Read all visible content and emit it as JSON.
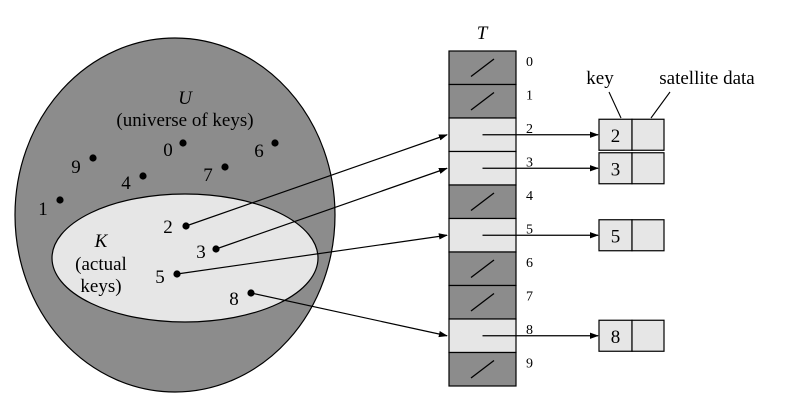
{
  "universe": {
    "symbol": "U",
    "caption": "(universe of keys)",
    "unused_keys": [
      "0",
      "9",
      "6",
      "4",
      "7",
      "1"
    ]
  },
  "actual": {
    "symbol": "K",
    "caption_line1": "(actual",
    "caption_line2": "keys)",
    "keys": [
      "2",
      "3",
      "5",
      "8"
    ]
  },
  "table": {
    "title": "T",
    "slots": [
      {
        "index": "0",
        "nil": true
      },
      {
        "index": "1",
        "nil": true
      },
      {
        "index": "2",
        "nil": false,
        "key": "2"
      },
      {
        "index": "3",
        "nil": false,
        "key": "3"
      },
      {
        "index": "4",
        "nil": true
      },
      {
        "index": "5",
        "nil": false,
        "key": "5"
      },
      {
        "index": "6",
        "nil": true
      },
      {
        "index": "7",
        "nil": true
      },
      {
        "index": "8",
        "nil": false,
        "key": "8"
      },
      {
        "index": "9",
        "nil": true
      }
    ]
  },
  "element": {
    "key_label": "key",
    "satellite_label": "satellite data"
  },
  "colors": {
    "universe_fill": "#8c8c8c",
    "actual_fill": "#e6e6e6",
    "nil_fill": "#8c8c8c",
    "used_fill": "#e6e6e6"
  }
}
